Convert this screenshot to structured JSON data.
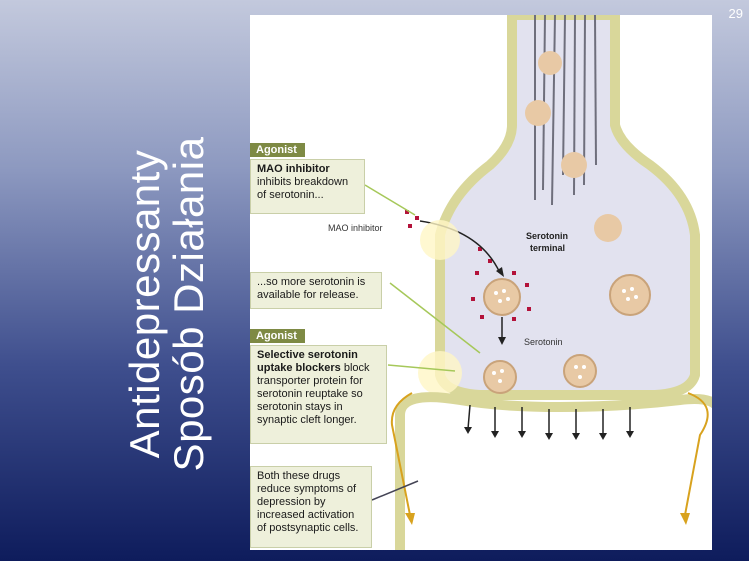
{
  "slide": {
    "number": "29"
  },
  "title": {
    "line1": "Antidepressanty",
    "line2": "Sposób Działania"
  },
  "figure": {
    "tag_agonist": "Agonist",
    "mao_box": {
      "bold": "MAO inhibitor",
      "rest": "inhibits breakdown of serotonin..."
    },
    "release_box": "...so more serotonin is available for release.",
    "ssri_box": {
      "bold": "Selective serotonin uptake blockers",
      "rest": "block transporter protein for serotonin reuptake so serotonin stays in synaptic cleft longer."
    },
    "summary_box": "Both these drugs reduce symptoms of depression by increased activation of postsynaptic cells.",
    "label_mao_inhibitor": "MAO inhibitor",
    "label_terminal_line1": "Serotonin",
    "label_terminal_line2": "terminal",
    "label_serotonin": "Serotonin"
  },
  "colors": {
    "terminal_fill": "#e2e2ef",
    "membrane": "#d9d79a",
    "vesicle": "#e8c9a5",
    "tag": "#7e8a44",
    "pointer_line": "#a6c85a",
    "arrow_orange": "#d8a21e",
    "mao_dot": "#b3123a"
  }
}
